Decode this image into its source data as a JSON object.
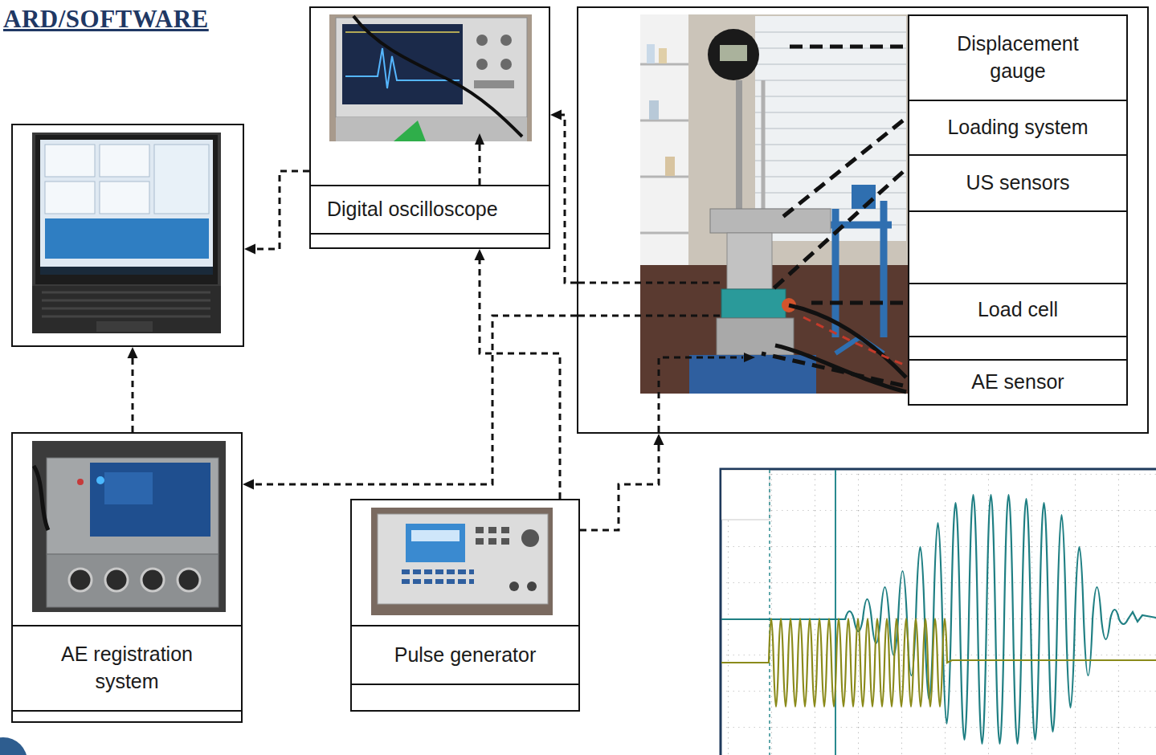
{
  "diagram": {
    "title": "ARD/SOFTWARE",
    "nodes": [
      {
        "text": []
      },
      {
        "text": [
          "Digital oscilloscope"
        ]
      },
      {
        "text": [
          "AE registration system"
        ]
      },
      {
        "text": [
          "Pulse generator"
        ]
      },
      {
        "text": []
      },
      {
        "text": [
          "Displacement gauge"
        ],
        "in": 4
      },
      {
        "text": [
          "Loading system"
        ],
        "in": 4
      },
      {
        "text": [
          "US sensors"
        ],
        "in": 4
      },
      {
        "text": [
          "Load cell"
        ],
        "in": 4
      },
      {
        "text": [
          "AE sensor"
        ],
        "in": 4
      }
    ],
    "edges": [
      {
        "from": 1,
        "to": 0,
        "arrow": "to"
      },
      {
        "from": 2,
        "to": 0,
        "arrow": "to"
      },
      {
        "from": 4,
        "to": 1,
        "arrow": "to"
      },
      {
        "from": 3,
        "to": 1,
        "arrow": "to"
      },
      {
        "from": 3,
        "to": 4,
        "arrow": "to"
      },
      {
        "from": 4,
        "to": 2,
        "arrow": "to"
      }
    ]
  }
}
